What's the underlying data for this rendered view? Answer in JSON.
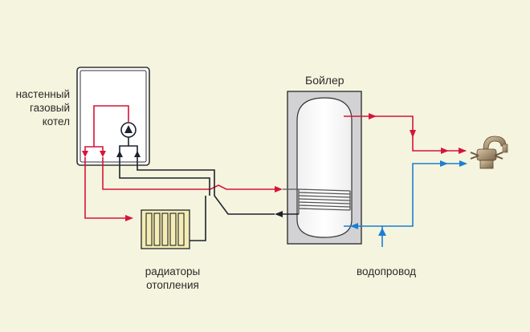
{
  "labels": {
    "boiler": [
      "настенный",
      "газовый",
      "котел"
    ],
    "tank": "Бойлер",
    "radiators": [
      "радиаторы",
      "отопления"
    ],
    "water_main": "водопровод"
  },
  "colors": {
    "background": "#f5f4de",
    "hot_line": "#d5143a",
    "cold_line": "#1a7fd2",
    "return_line": "#1d2230",
    "outline": "#333333",
    "tank_fill": "#d2d2d4",
    "radiator_fill": "#f4edb4"
  },
  "icons": [
    "pump-icon",
    "faucet-icon",
    "heat-coil-icon",
    "radiator-icon"
  ]
}
